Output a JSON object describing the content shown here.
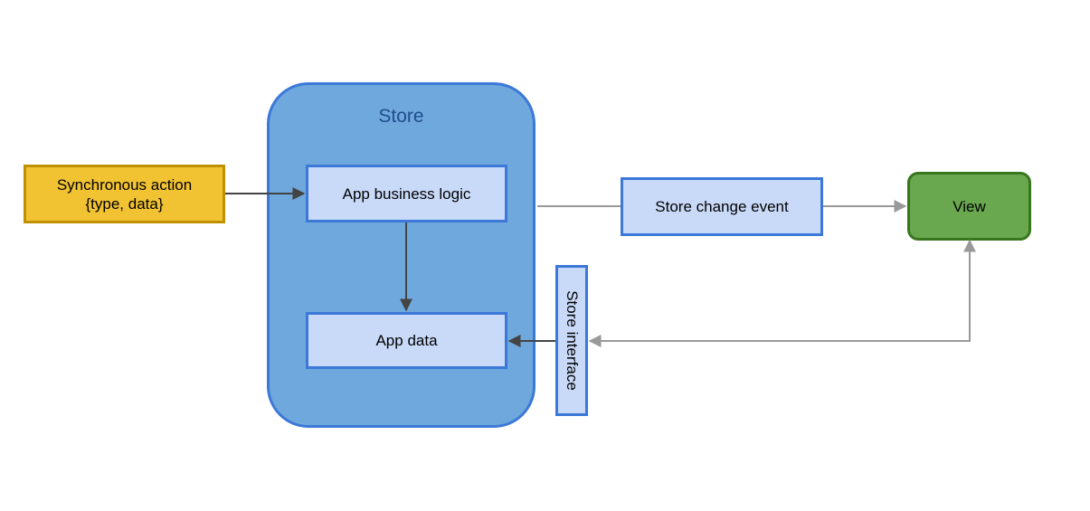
{
  "diagram": {
    "store": {
      "title": "Store"
    },
    "nodes": {
      "action": {
        "line1": "Synchronous action",
        "line2": "{type, data}"
      },
      "logic": {
        "label": "App business logic"
      },
      "data": {
        "label": "App data"
      },
      "event": {
        "label": "Store change event"
      },
      "view": {
        "label": "View"
      },
      "interface": {
        "label": "Store interface"
      }
    },
    "colors": {
      "store_fill": "#6fa8dc",
      "store_border": "#3c78d8",
      "inner_box_fill": "#c9daf8",
      "action_fill": "#f1c232",
      "action_border": "#bf9000",
      "view_fill": "#6aa84f",
      "view_border": "#38761d",
      "dark_arrow": "#444444",
      "gray_arrow": "#999999"
    }
  }
}
